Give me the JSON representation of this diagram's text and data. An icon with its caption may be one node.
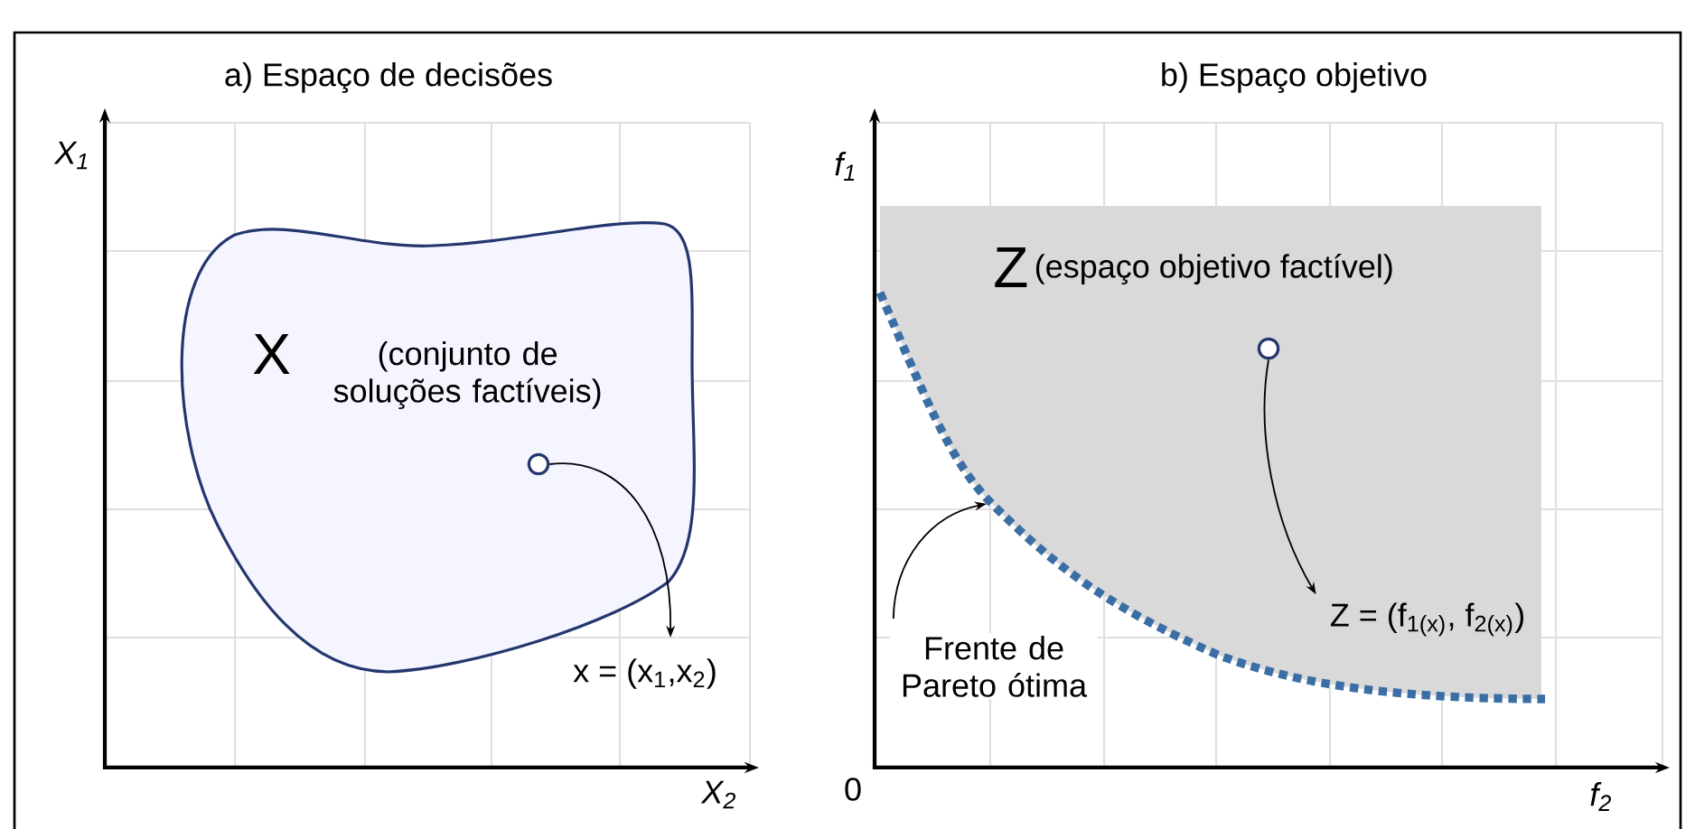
{
  "diagram": {
    "nodes": [
      {
        "text": [
          "X",
          "(conjunto de soluções factíveis)"
        ]
      },
      {
        "text": [],
        "shape": "circle",
        "in": 0
      },
      {
        "text": [
          "x = (x$_{1}$,x$_{2}$)"
        ]
      },
      {
        "text": [
          "Z",
          "(espaço objetivo factível)"
        ]
      },
      {
        "text": [],
        "shape": "circle",
        "in": 3
      },
      {
        "text": [
          "Z = (f$_{1(x)}$, f$_{2(x)}$)"
        ],
        "in": 3
      },
      {
        "text": [
          "Frente de Pareto ótima"
        ]
      }
    ],
    "edges": [
      {
        "from": 1,
        "to": 2,
        "arrow": "to"
      },
      {
        "from": 4,
        "to": 5,
        "arrow": "to"
      },
      {
        "from": 6,
        "to": 3,
        "arrow": "to"
      }
    ],
    "labels": [
      "a) Espaço de decisões",
      "b) Espaço objetivo",
      "X$_{1}$",
      "X$_{2}$",
      "f$_{1}$",
      "f$_{2}$",
      "0"
    ]
  }
}
